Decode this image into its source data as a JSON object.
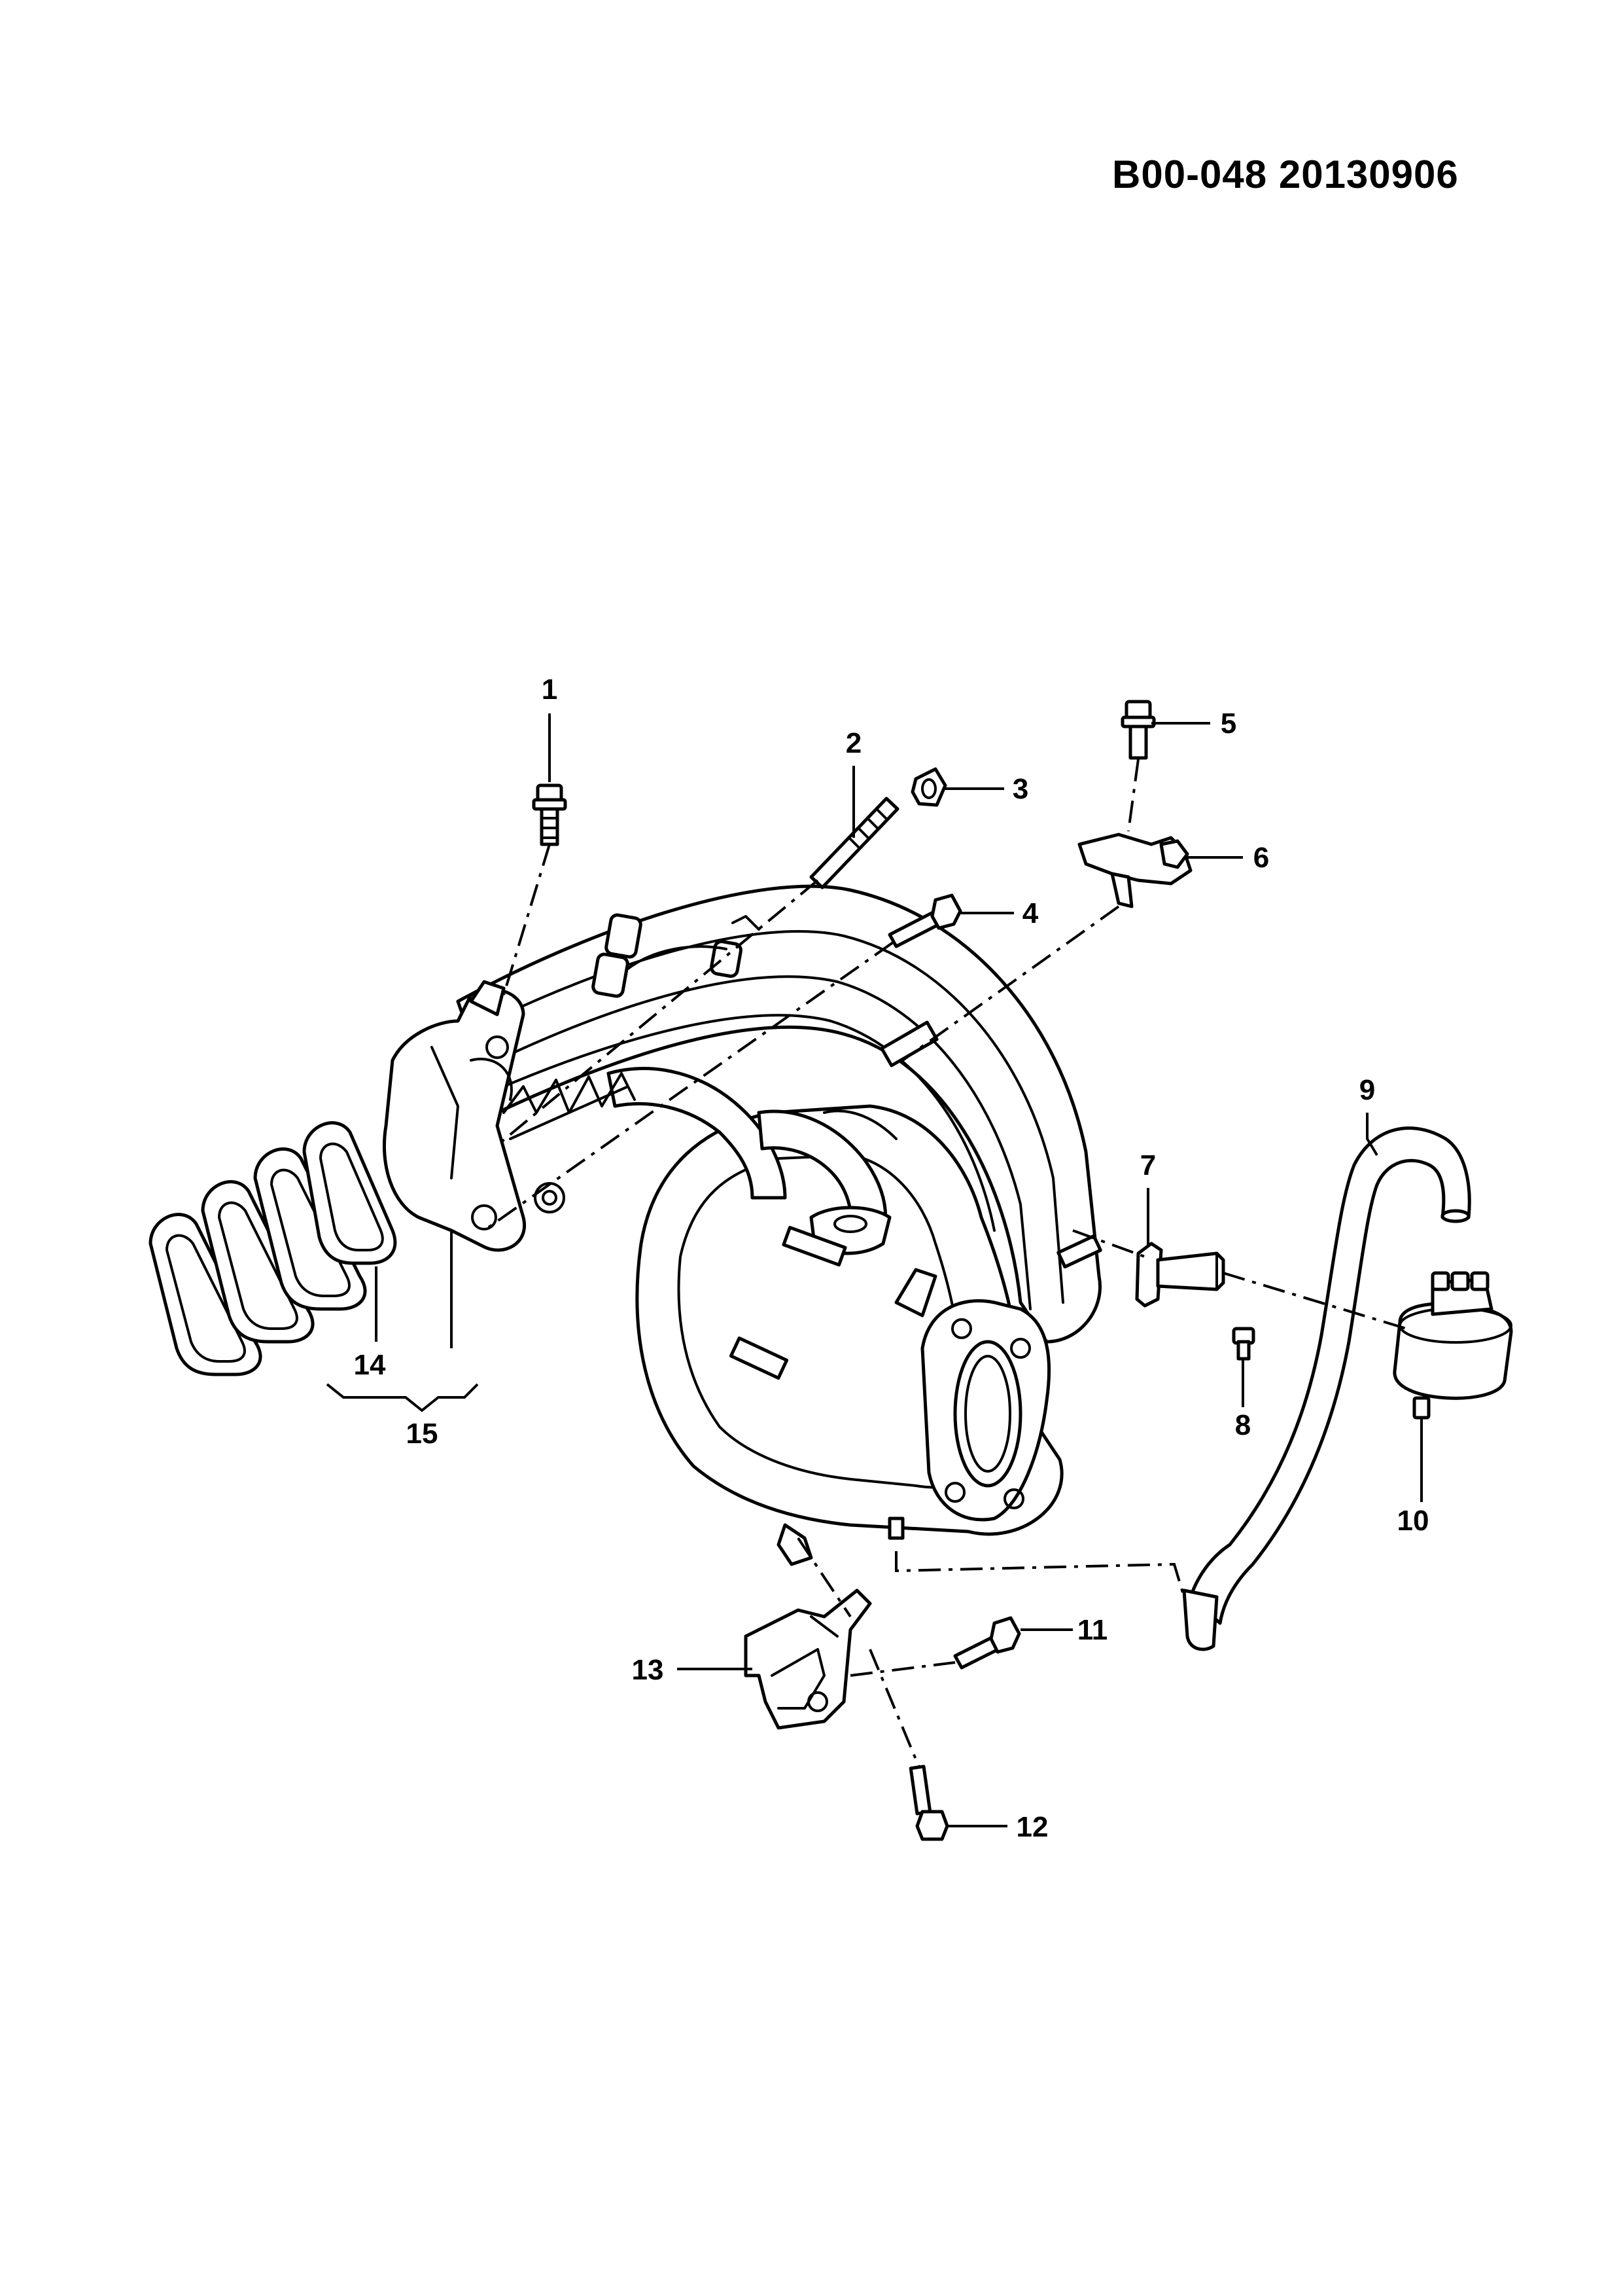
{
  "drawing": {
    "doc_code": "B00-048  20130906"
  },
  "callouts": [
    {
      "id": "1",
      "label": "1"
    },
    {
      "id": "2",
      "label": "2"
    },
    {
      "id": "3",
      "label": "3"
    },
    {
      "id": "4",
      "label": "4"
    },
    {
      "id": "5",
      "label": "5"
    },
    {
      "id": "6",
      "label": "6"
    },
    {
      "id": "7",
      "label": "7"
    },
    {
      "id": "8",
      "label": "8"
    },
    {
      "id": "9",
      "label": "9"
    },
    {
      "id": "10",
      "label": "10"
    },
    {
      "id": "11",
      "label": "11"
    },
    {
      "id": "12",
      "label": "12"
    },
    {
      "id": "13",
      "label": "13"
    },
    {
      "id": "14",
      "label": "14"
    },
    {
      "id": "15",
      "label": "15"
    }
  ]
}
